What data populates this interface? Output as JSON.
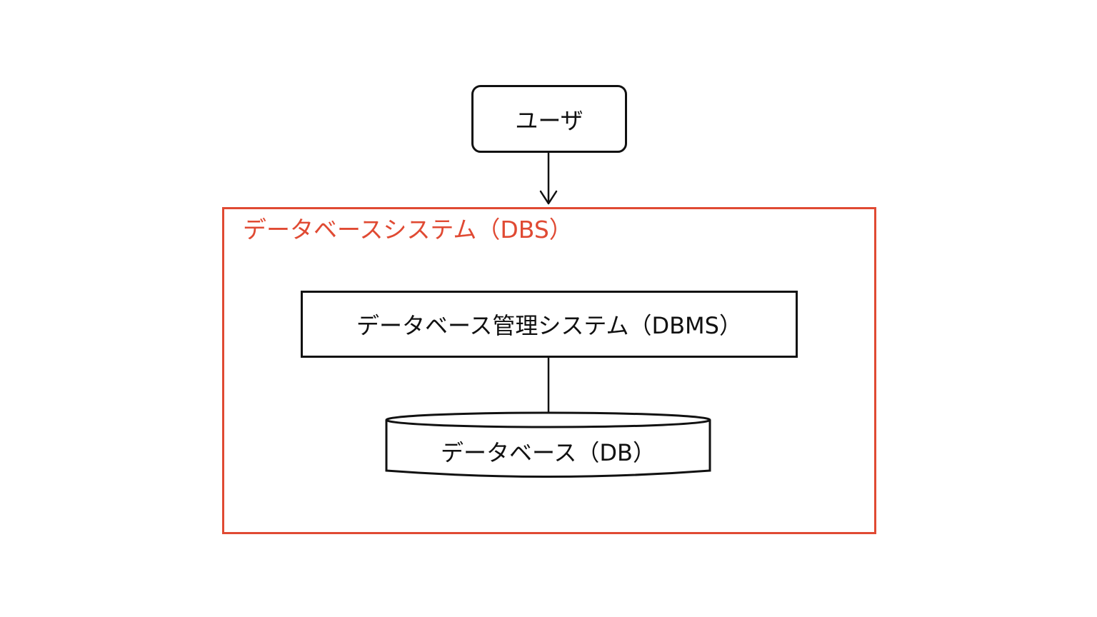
{
  "nodes": {
    "user": {
      "label": "ユーザ"
    },
    "dbs": {
      "label": "データベースシステム（DBS）",
      "color": "#e04a33"
    },
    "dbms": {
      "label": "データベース管理システム（DBMS）"
    },
    "db": {
      "label": "データベース（DB）"
    }
  },
  "edges": [
    {
      "from": "user",
      "to": "dbs",
      "style": "arrow"
    },
    {
      "from": "dbms",
      "to": "db",
      "style": "line"
    }
  ]
}
